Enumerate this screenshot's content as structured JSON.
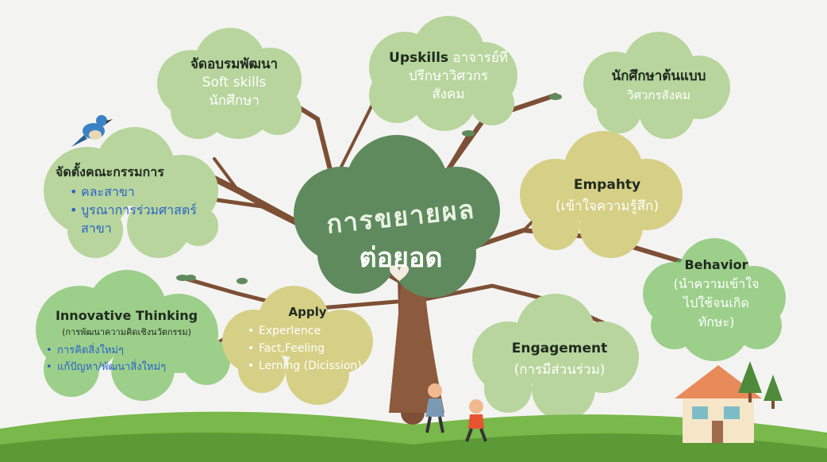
{
  "center": {
    "line1": "การขยายผล",
    "line2": "ต่อยอด"
  },
  "clouds": {
    "training": {
      "title": "จัดอบรมพัฒนา",
      "line2": "Soft skills",
      "line3": "นักศึกษา"
    },
    "upskills": {
      "title": "Upskills",
      "rest": "อาจารย์ที่",
      "line2": "ปรึกษาวิศวกร",
      "line3": "สังคม"
    },
    "role_model": {
      "title": "นักศึกษาต้นแบบ",
      "subtitle": "วิศวกรสังคม"
    },
    "committee": {
      "title": "จัดตั้งคณะกรรมการ",
      "bullets": [
        "คละสาขา",
        "บูรณาการร่วมศาสตร์"
      ],
      "bullet_tail": "สาขา"
    },
    "empathy": {
      "title": "Empahty",
      "subtitle": "(เข้าใจความรู้สึก)"
    },
    "behavior": {
      "title": "Behavior",
      "line2": "(นำความเข้าใจ",
      "line3": "ไปใช้จนเกิด",
      "line4": "ทักษะ)"
    },
    "innovative": {
      "title": "Innovative Thinking",
      "subtitle": "(การพัฒนาความคิดเชิงนวัตกรรม)",
      "bullets": [
        "การคิดสิ่งใหม่ๆ",
        "แก้ปัญหา/พัฒนาสิ่งใหม่ๆ"
      ]
    },
    "apply": {
      "title": "Apply",
      "bullets": [
        "Experlence",
        "Fact,Feeling",
        "Lerning (Dicission)"
      ]
    },
    "engagement": {
      "title": "Engagement",
      "subtitle": "(การมีส่วนร่วม)"
    }
  },
  "colors": {
    "cloud_light": "#b7d59c",
    "cloud_mid": "#9ccf8a",
    "cloud_yellow": "#d6cf86",
    "cloud_center": "#5f8a5d",
    "grass": "#79b84a",
    "trunk": "#8c5a3c",
    "text_blue": "#2a63c9"
  },
  "icons": [
    "heart-icon",
    "bird-icon",
    "house-icon",
    "child-icon",
    "tree-icon"
  ]
}
